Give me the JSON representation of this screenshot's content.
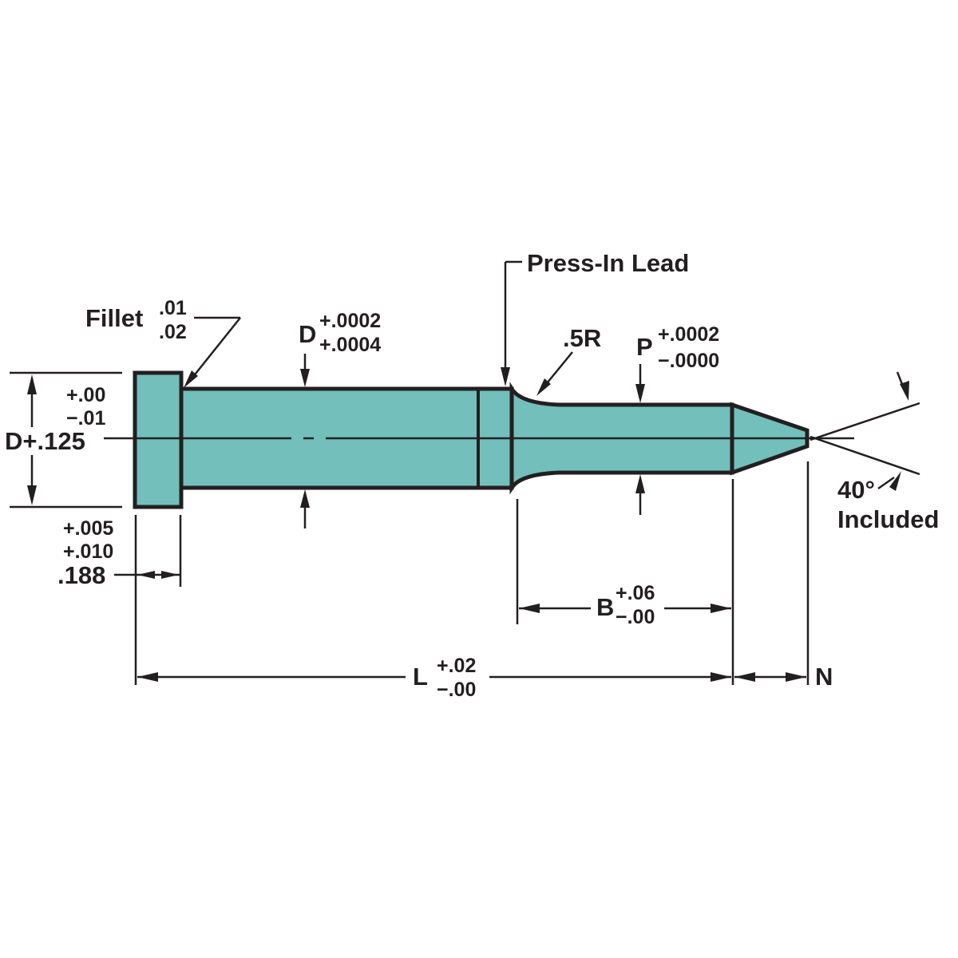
{
  "colors": {
    "part_fill": "#72bfbc",
    "line": "#231f20",
    "background": "#ffffff"
  },
  "labels": {
    "press_in_lead": "Press-In Lead",
    "fillet": {
      "label": "Fillet",
      "upper": ".01",
      "lower": ".02"
    },
    "shank_dia": {
      "label": "D",
      "upper": "+.0002",
      "lower": "+.0004"
    },
    "radius": ".5R",
    "point_dia": {
      "label": "P",
      "upper": "+.0002",
      "lower": "−.0000"
    },
    "head_dia": {
      "label": "D+.125",
      "upper": "+.00",
      "lower": "−.01"
    },
    "head_thickness": {
      "upper": "+.005",
      "middle": "+.010",
      "value": ".188"
    },
    "point_length": {
      "label": "B",
      "upper": "+.06",
      "lower": "−.00"
    },
    "overall_length": {
      "label": "L",
      "upper": "+.02",
      "lower": "−.00"
    },
    "tip_length": "N",
    "angle": {
      "value": "40°",
      "text": "Included"
    }
  }
}
